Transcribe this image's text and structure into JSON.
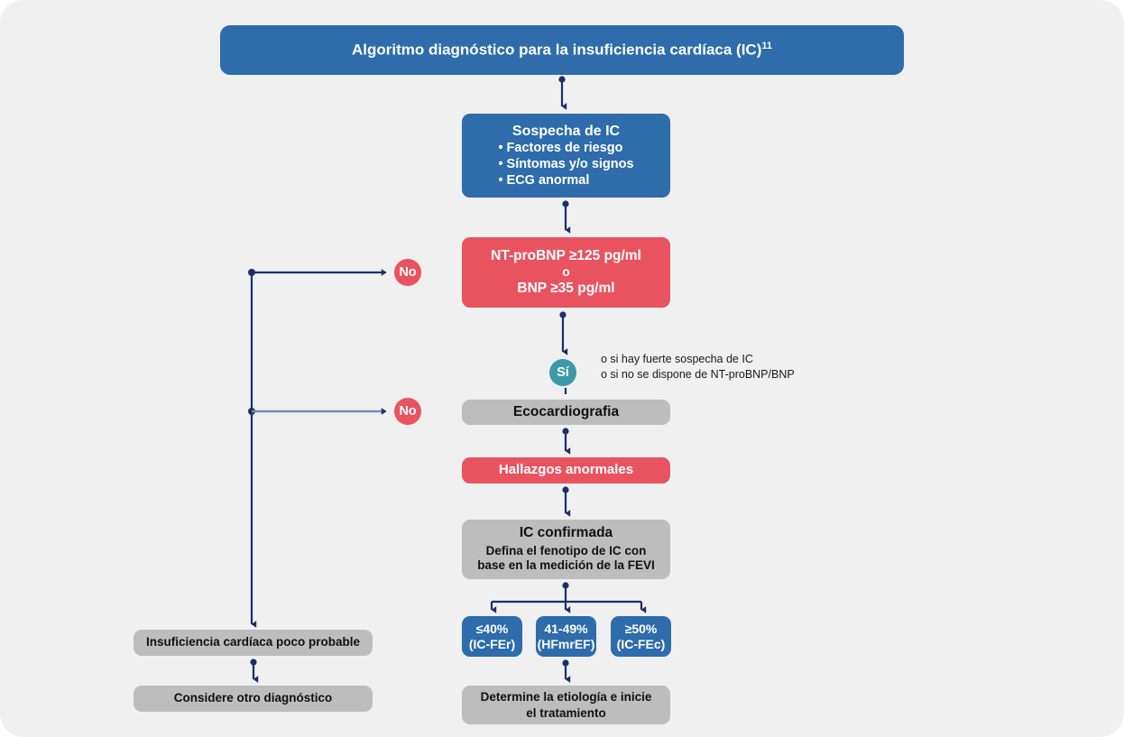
{
  "page": {
    "background": "#f0f0f1",
    "colors": {
      "blue": "#2e6cab",
      "red": "#e8535f",
      "gray": "#bdbdbd",
      "teal": "#3d98a8",
      "navy": "#1a2f6b",
      "slate": "#7b8bb0"
    }
  },
  "title": {
    "text": "Algoritmo diagnóstico para la insuficiencia cardíaca (IC)",
    "superscript": "11"
  },
  "suspect": {
    "heading": "Sospecha de IC",
    "bullets": [
      "• Factores de riesgo",
      "• Síntomas y/o signos",
      "• ECG anormal"
    ]
  },
  "bnp": {
    "line1": "NT-proBNP ≥125 pg/ml",
    "line2": "o",
    "line3": "BNP ≥35 pg/ml"
  },
  "decisions": {
    "no_1": "No",
    "no_2": "No",
    "si": "Sí"
  },
  "note": {
    "line1": "o si hay fuerte sospecha de IC",
    "line2": "o si no se dispone de NT-proBNP/BNP"
  },
  "echo": {
    "label": "Ecocardiografia"
  },
  "findings": {
    "label": "Hallazgos anormales"
  },
  "confirmed": {
    "heading": "IC confirmada",
    "sub_line1": "Defina el fenotipo de IC con",
    "sub_line2": "base en la medición de la FEVI"
  },
  "phenotypes": [
    {
      "value": "≤40%",
      "name": "(IC-FEr)"
    },
    {
      "value": "41-49%",
      "name": "(HFmrEF)"
    },
    {
      "value": "≥50%",
      "name": "(IC-FEc)"
    }
  ],
  "etiology": {
    "line1": "Determine la etiología e inicie",
    "line2": "el tratamiento"
  },
  "unlikely": {
    "label": "Insuficiencia cardíaca poco probable"
  },
  "other_dx": {
    "label": "Considere otro diagnóstico"
  }
}
